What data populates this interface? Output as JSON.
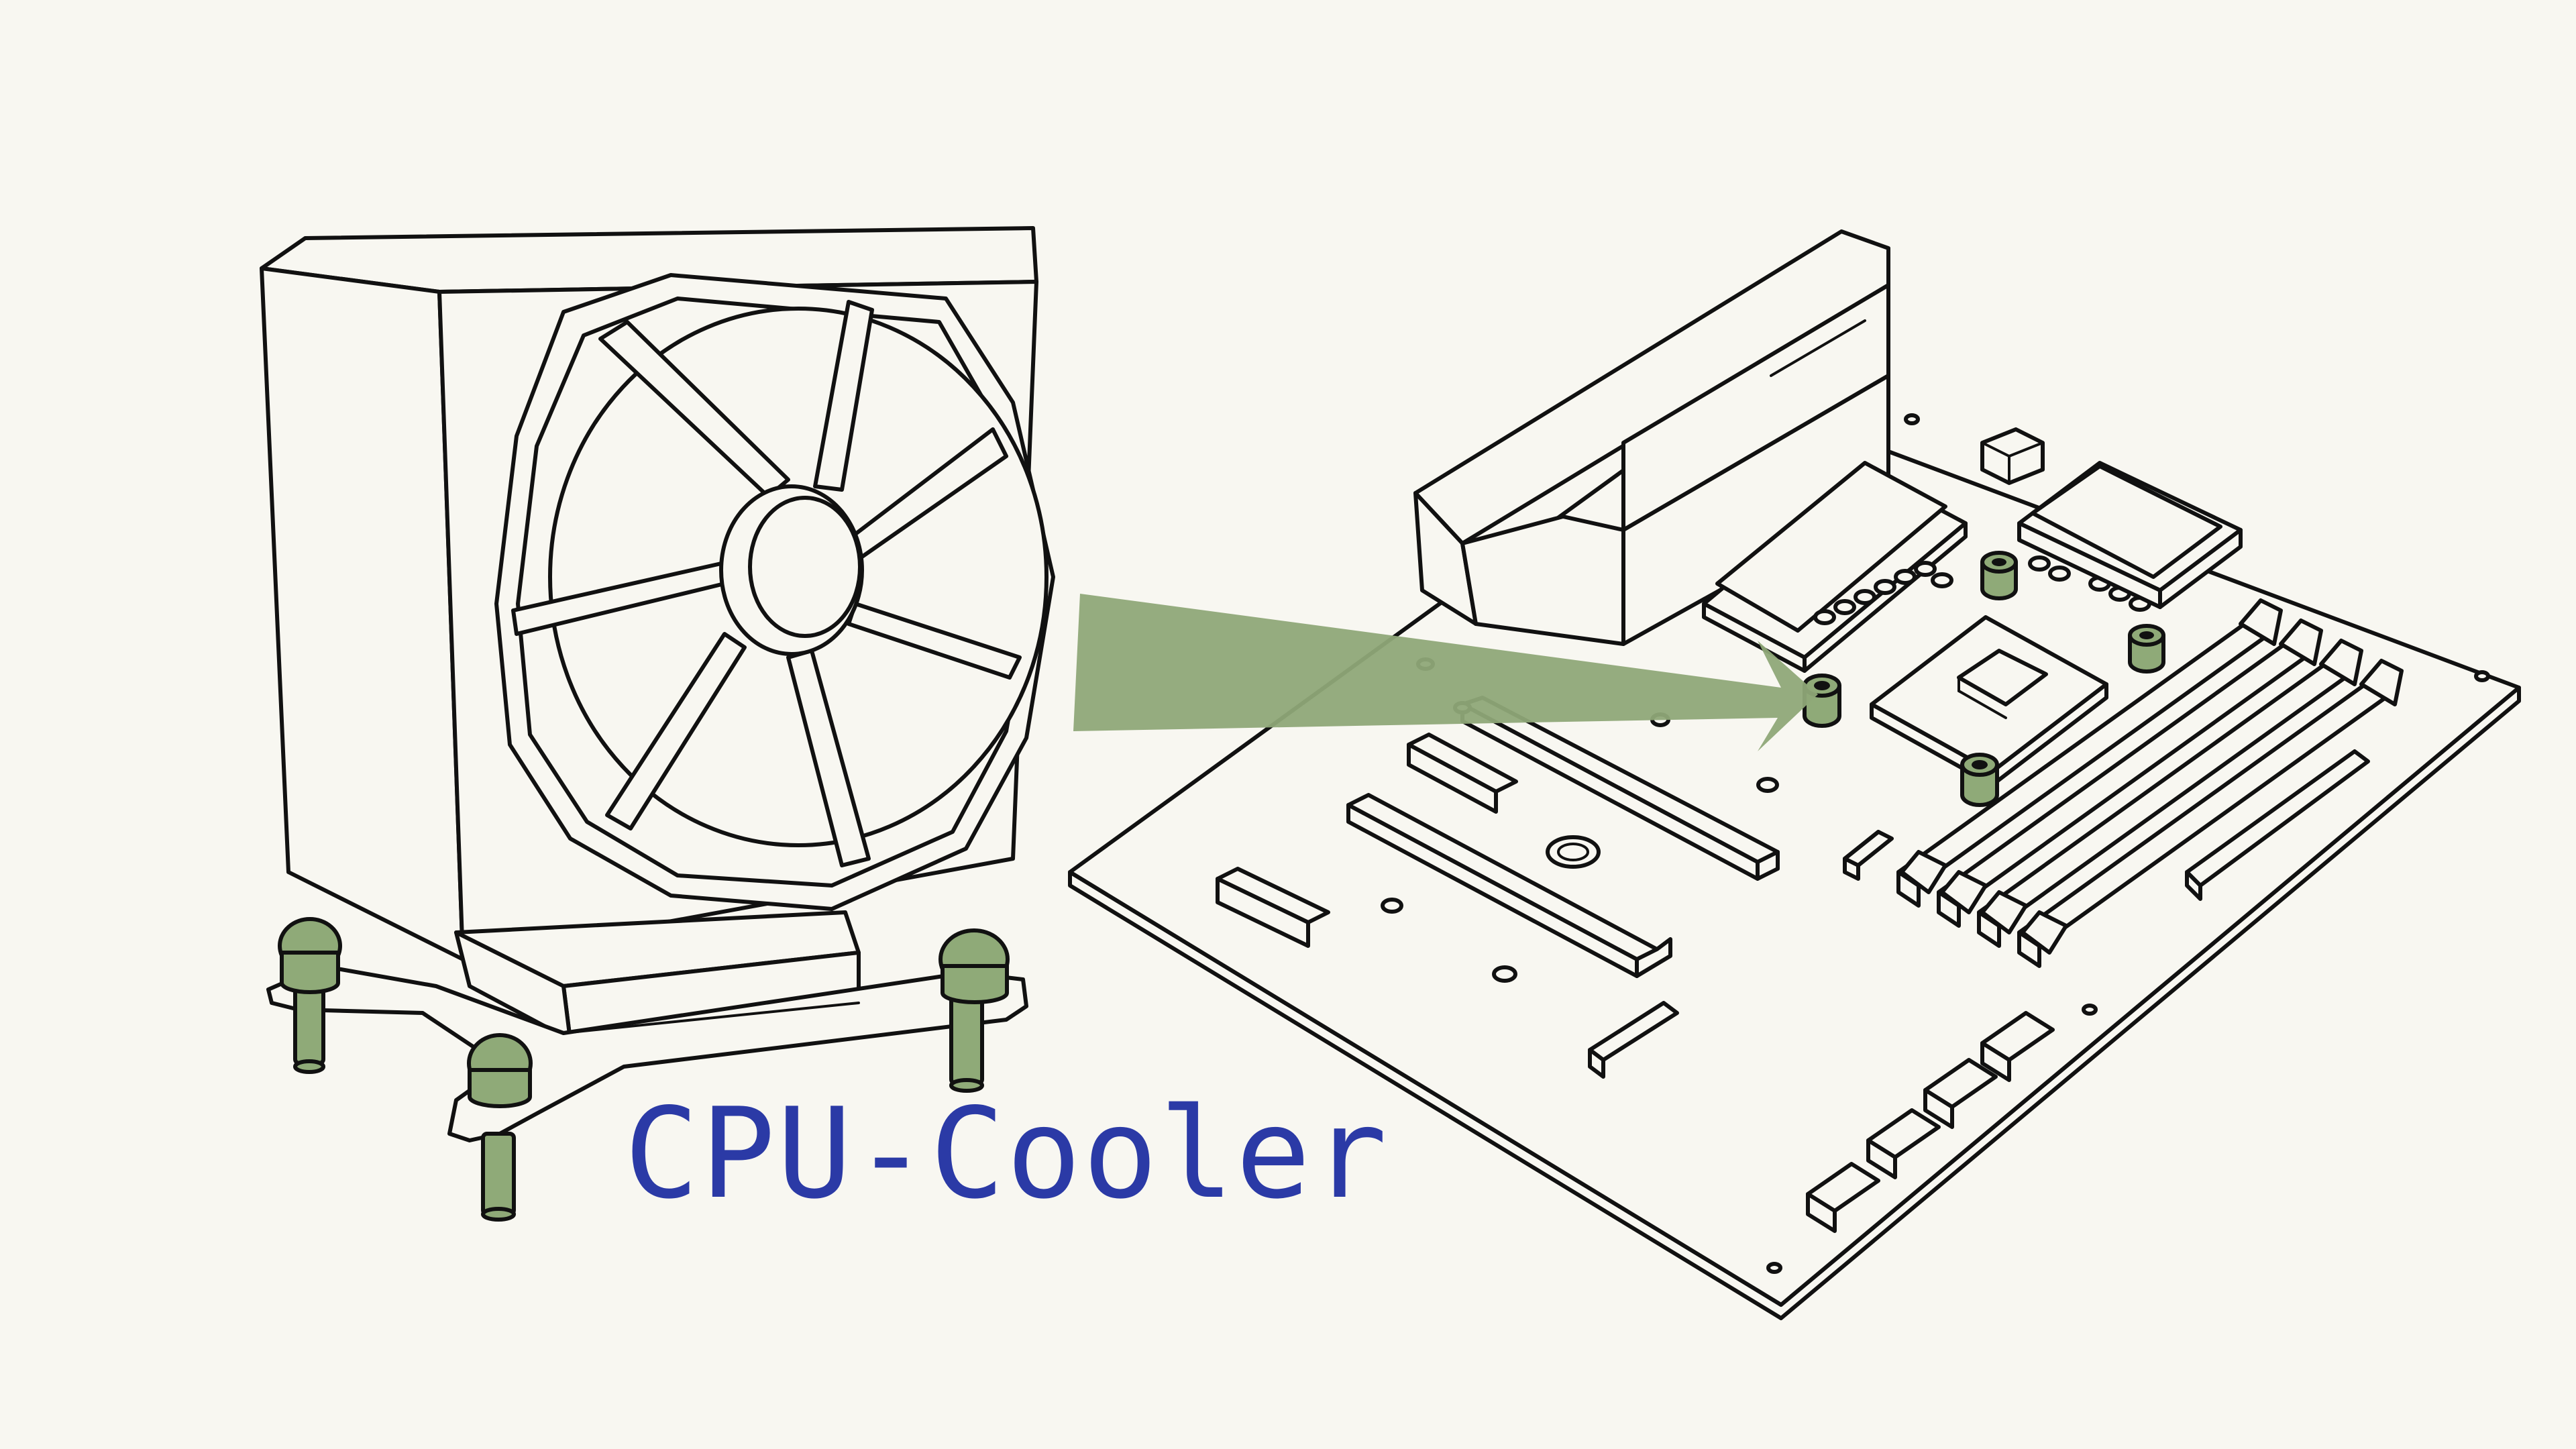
{
  "label": "CPU-Cooler",
  "colors": {
    "background": "#f8f7f1",
    "accent_green": "#8faa78",
    "arrow_green": "#8fa878",
    "label_blue": "#2b3aa6",
    "outline": "#111111"
  },
  "icons": [
    "cpu-cooler-illustration",
    "motherboard-illustration",
    "arrow-icon"
  ]
}
